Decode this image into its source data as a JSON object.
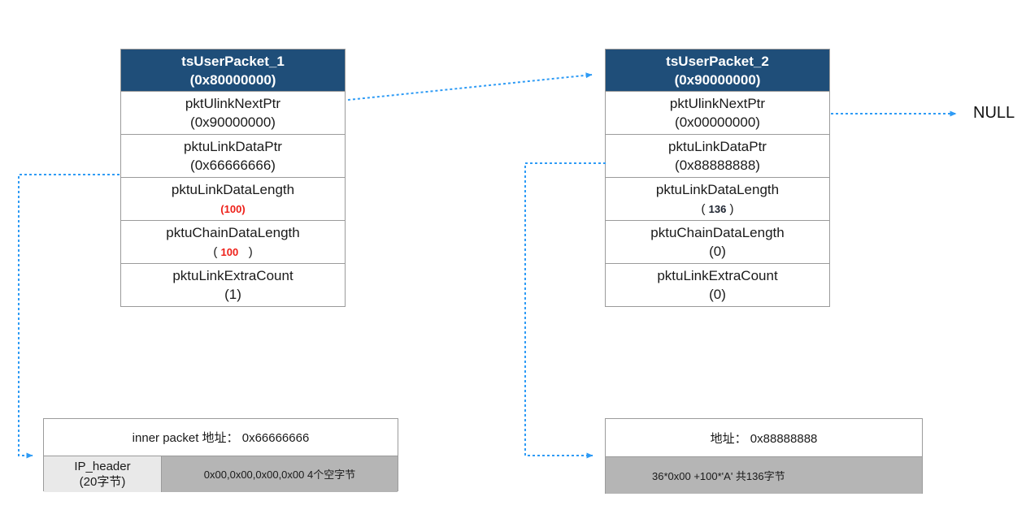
{
  "colors": {
    "header_bg": "#1F4E79",
    "arrow_blue": "#2E9BF5",
    "red": "#EE1F18",
    "dark_num": "#1d2430",
    "light_gray": "#E9E9E9",
    "mid_gray": "#B5B5B5",
    "border": "#9B9B9B"
  },
  "packet1": {
    "title": "tsUserPacket_1",
    "address": "(0x80000000)",
    "rows": [
      {
        "label": "pktUlinkNextPtr",
        "open": "(",
        "num": "0x90000000",
        "close": ")",
        "num_style": "plain",
        "paren_style": "plain"
      },
      {
        "label": "pktuLinkDataPtr",
        "open": "(",
        "num": "0x66666666",
        "close": ")",
        "num_style": "plain",
        "paren_style": "plain"
      },
      {
        "label": "pktuLinkDataLength",
        "open": "(",
        "num": "100",
        "close": ")",
        "num_style": "red",
        "paren_style": "red"
      },
      {
        "label": "pktuChainDataLength",
        "open": "( ",
        "num": "100",
        "close": "   )",
        "num_style": "red",
        "paren_style": "small"
      },
      {
        "label": "pktuLinkExtraCount",
        "open": "(",
        "num": "1",
        "close": ")",
        "num_style": "plain",
        "paren_style": "plain"
      }
    ]
  },
  "packet2": {
    "title": "tsUserPacket_2",
    "address": "(0x90000000)",
    "rows": [
      {
        "label": "pktUlinkNextPtr",
        "open": "(",
        "num": "0x00000000",
        "close": ")",
        "num_style": "plain",
        "paren_style": "plain"
      },
      {
        "label": "pktuLinkDataPtr",
        "open": "(",
        "num": "0x88888888",
        "close": ")",
        "num_style": "plain",
        "paren_style": "plain"
      },
      {
        "label": "pktuLinkDataLength",
        "open": "( ",
        "num": "136",
        "close": " )",
        "num_style": "dark",
        "paren_style": "small"
      },
      {
        "label": "pktuChainDataLength",
        "open": "(",
        "num": "0",
        "close": ")",
        "num_style": "plain",
        "paren_style": "plain"
      },
      {
        "label": "pktuLinkExtraCount",
        "open": "(",
        "num": "0",
        "close": ")",
        "num_style": "plain",
        "paren_style": "plain"
      }
    ]
  },
  "buffer1": {
    "title": "inner packet 地址： 0x66666666",
    "cell_left_line1": "IP_header",
    "cell_left_line2": "(20字节)",
    "cell_right": "0x00,0x00,0x00,0x00 4个空字节"
  },
  "buffer2": {
    "title": "地址： 0x88888888",
    "cell": "36*0x00 +100*'A' 共136字节"
  },
  "null_label": "NULL"
}
